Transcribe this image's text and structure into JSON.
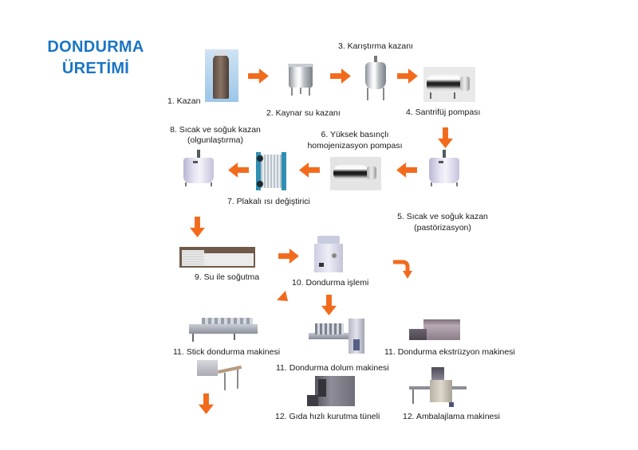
{
  "title": {
    "line1": "DONDURMA",
    "line2": "ÜRETİMİ"
  },
  "colors": {
    "title": "#1a75c4",
    "arrow": "#f26b1d",
    "text": "#1a1a1a"
  },
  "steps": {
    "s1": {
      "label": "1. Kazan",
      "icon": "boiler-tank-image"
    },
    "s2": {
      "label": "2. Kaynar su kazanı",
      "icon": "hot-water-tank-image"
    },
    "s3": {
      "label": "3. Karıştırma kazanı",
      "icon": "mixing-tank-image"
    },
    "s4": {
      "label": "4. Santrifüj pompası",
      "icon": "centrifugal-pump-image"
    },
    "s5": {
      "line1": "5. Sıcak ve soğuk kazan",
      "line2": "(pastörizasyon)",
      "icon": "pasteurization-tank-image"
    },
    "s6": {
      "line1": "6. Yüksek basınçlı",
      "line2": "homojenizasyon pompası",
      "icon": "homogenizer-pump-image"
    },
    "s7": {
      "label": "7. Plakalı ısı değiştirici",
      "icon": "plate-heat-exchanger-image"
    },
    "s8": {
      "line1": "8. Sıcak ve soğuk kazan",
      "line2": "(olgunlaştırma)",
      "icon": "aging-tank-image"
    },
    "s9": {
      "label": "9. Su ile soğutma",
      "icon": "water-cooling-unit-image"
    },
    "s10": {
      "label": "10. Dondurma işlemi",
      "icon": "freezer-machine-image"
    },
    "s11a": {
      "label": "11. Stick dondurma makinesi",
      "icon": "stick-machine-image"
    },
    "s11b": {
      "label": "11. Dondurma dolum makinesi",
      "icon": "filling-machine-image"
    },
    "s11c": {
      "label": "11. Dondurma ekstrüzyon makinesi",
      "icon": "extrusion-machine-image"
    },
    "s12a": {
      "label": "12. Gıda hızlı kurutma tüneli",
      "icon": "drying-tunnel-image"
    },
    "s12b": {
      "label": "12. Ambalajlama makinesi",
      "icon": "packaging-machine-image"
    }
  }
}
